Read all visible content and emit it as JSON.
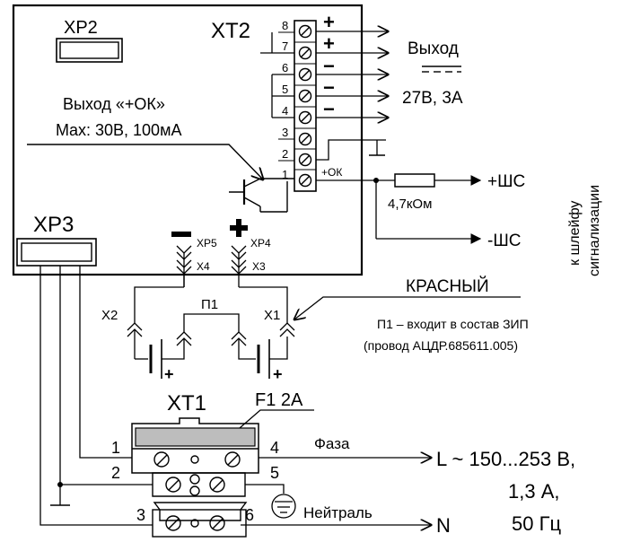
{
  "labels": {
    "xp2": "XP2",
    "xt2": "XT2",
    "xp3": "XP3",
    "xt1": "XT1",
    "output_ok": "Выход «+ОК»",
    "max_ok": "Max: 30В, 100мА",
    "output_title": "Выход",
    "dc_symbol": "═══",
    "output_rating": "27В, 3А",
    "plus_ok": "+ОК",
    "resistor": "4,7кОм",
    "plus_shs": "+ШС",
    "minus_shs": "-ШС",
    "loop_line1": "к шлейфу",
    "loop_line2": "сигнализации",
    "xp5": "XP5",
    "x4": "X4",
    "xp4": "XP4",
    "x3": "X3",
    "x2": "X2",
    "x1": "X1",
    "p1": "П1",
    "red": "КРАСНЫЙ",
    "p1_note1": "П1 – входит в состав ЗИП",
    "p1_note2": "(провод  АЦДР.685611.005)",
    "fuse": "F1  2А",
    "phase": "Фаза",
    "neutral": "Нейтраль",
    "l_rating": "L ~ 150...253 В,",
    "current": "1,3 А,",
    "freq": "50 Гц",
    "n": "N"
  },
  "xt2_terminals": [
    {
      "num": "8",
      "sign": "+"
    },
    {
      "num": "7",
      "sign": "+"
    },
    {
      "num": "6",
      "sign": "−"
    },
    {
      "num": "5",
      "sign": "−"
    },
    {
      "num": "4",
      "sign": "−"
    },
    {
      "num": "3",
      "sign": ""
    },
    {
      "num": "2",
      "sign": ""
    },
    {
      "num": "1",
      "sign": ""
    }
  ],
  "xt1_pins": {
    "p1": "1",
    "p2": "2",
    "p3": "3",
    "p4": "4",
    "p5": "5",
    "p6": "6"
  },
  "polarity": {
    "minus": "−",
    "plus": "+"
  }
}
